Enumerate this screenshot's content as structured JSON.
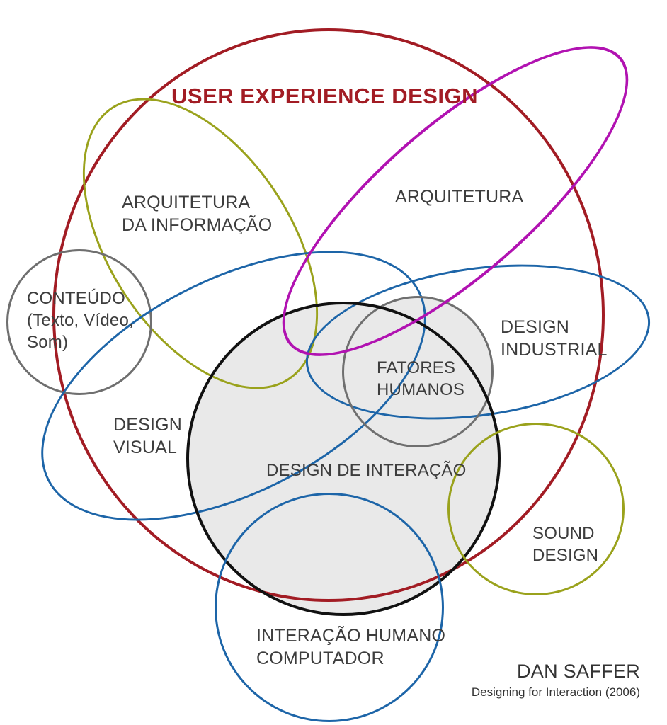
{
  "title": "USER EXPERIENCE DESIGN",
  "labels": {
    "info_arch": "ARQUITETURA\nDA INFORMAÇÃO",
    "architecture": "ARQUITETURA",
    "content": "CONTEÚDO\n(Texto, Vídeo,\nSom)",
    "industrial": "DESIGN\nINDUSTRIAL",
    "human_factors": "FATORES\nHUMANOS",
    "visual": "DESIGN\nVISUAL",
    "interaction": "DESIGN DE INTERAÇÃO",
    "sound": "SOUND\nDESIGN",
    "hci": "INTERAÇÃO HUMANO\nCOMPUTADOR"
  },
  "credit": {
    "author": "DAN SAFFER",
    "source": "Designing for Interaction (2006)"
  },
  "colors": {
    "red": "#a21c24",
    "olive": "#9aa21c",
    "magenta": "#b112b1",
    "blue": "#1d65a8",
    "gray": "#6f6f6f",
    "black": "#111111",
    "shade_fill": "#e9e9e9",
    "text": "#3d3d3d"
  },
  "venn_sets": [
    {
      "id": "user-experience-design",
      "label": "USER EXPERIENCE DESIGN",
      "shape": "circle",
      "color": "#a21c24",
      "filled": false
    },
    {
      "id": "arquitetura-da-informacao",
      "label": "ARQUITETURA DA INFORMAÇÃO",
      "shape": "ellipse",
      "color": "#9aa21c",
      "filled": false
    },
    {
      "id": "arquitetura",
      "label": "ARQUITETURA",
      "shape": "ellipse",
      "color": "#b112b1",
      "filled": false
    },
    {
      "id": "conteudo",
      "label": "CONTEÚDO (Texto, Vídeo, Som)",
      "shape": "circle",
      "color": "#6f6f6f",
      "filled": false
    },
    {
      "id": "design-visual",
      "label": "DESIGN VISUAL",
      "shape": "ellipse",
      "color": "#1d65a8",
      "filled": false
    },
    {
      "id": "design-industrial",
      "label": "DESIGN INDUSTRIAL",
      "shape": "ellipse",
      "color": "#1d65a8",
      "filled": false
    },
    {
      "id": "fatores-humanos",
      "label": "FATORES HUMANOS",
      "shape": "circle",
      "color": "#6f6f6f",
      "filled": true
    },
    {
      "id": "design-de-interacao",
      "label": "DESIGN DE INTERAÇÃO",
      "shape": "circle",
      "color": "#111111",
      "filled": true
    },
    {
      "id": "sound-design",
      "label": "SOUND DESIGN",
      "shape": "circle",
      "color": "#9aa21c",
      "filled": false
    },
    {
      "id": "interacao-humano-computador",
      "label": "INTERAÇÃO HUMANO COMPUTADOR",
      "shape": "circle",
      "color": "#1d65a8",
      "filled": false
    }
  ]
}
